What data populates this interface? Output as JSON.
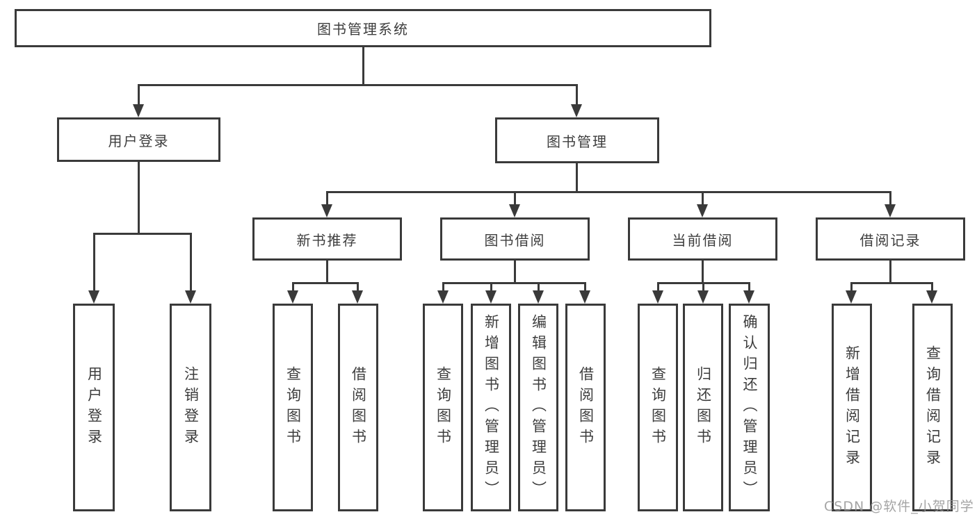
{
  "diagram": {
    "type": "tree",
    "root": {
      "label": "图书管理系统"
    },
    "branches": [
      {
        "label": "用户登录",
        "children": [
          {
            "label": "用户登录"
          },
          {
            "label": "注销登录"
          }
        ]
      },
      {
        "label": "图书管理",
        "children": [
          {
            "label": "新书推荐",
            "children": [
              {
                "label": "查询图书"
              },
              {
                "label": "借阅图书"
              }
            ]
          },
          {
            "label": "图书借阅",
            "children": [
              {
                "label": "查询图书"
              },
              {
                "label": "新增图书（管理员）"
              },
              {
                "label": "编辑图书（管理员）"
              },
              {
                "label": "借阅图书"
              }
            ]
          },
          {
            "label": "当前借阅",
            "children": [
              {
                "label": "查询图书"
              },
              {
                "label": "归还图书"
              },
              {
                "label": "确认归还（管理员）"
              }
            ]
          },
          {
            "label": "借阅记录",
            "children": [
              {
                "label": "新增借阅记录"
              },
              {
                "label": "查询借阅记录"
              }
            ]
          }
        ]
      }
    ]
  },
  "watermark": {
    "text": "CSDN @软件_小贺同学"
  },
  "colors": {
    "line": "#3a3a3a",
    "box_border": "#3a3a3a",
    "box_background": "#ffffff",
    "text": "#3d3d3d",
    "watermark": "#949494",
    "page_background": "#ffffff"
  }
}
